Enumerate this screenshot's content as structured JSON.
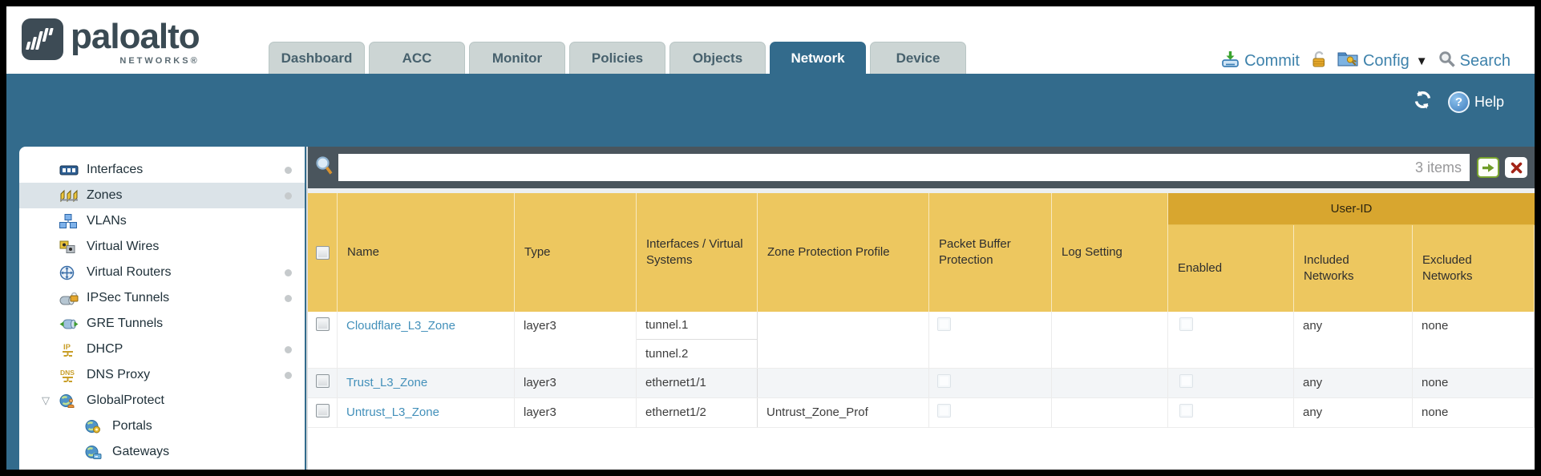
{
  "header": {
    "logo": {
      "brand": "paloalto",
      "sub": "NETWORKS®"
    },
    "tabs": [
      {
        "label": "Dashboard",
        "active": false
      },
      {
        "label": "ACC",
        "active": false
      },
      {
        "label": "Monitor",
        "active": false
      },
      {
        "label": "Policies",
        "active": false
      },
      {
        "label": "Objects",
        "active": false
      },
      {
        "label": "Network",
        "active": true
      },
      {
        "label": "Device",
        "active": false
      }
    ],
    "actions": {
      "commit": "Commit",
      "config": "Config",
      "search": "Search"
    }
  },
  "band": {
    "help": "Help"
  },
  "sidebar": {
    "items": [
      {
        "label": "Interfaces",
        "icon": "interfaces-icon",
        "dot": true
      },
      {
        "label": "Zones",
        "icon": "zones-icon",
        "dot": true,
        "selected": true
      },
      {
        "label": "VLANs",
        "icon": "vlans-icon",
        "dot": false
      },
      {
        "label": "Virtual Wires",
        "icon": "virtual-wires-icon",
        "dot": false
      },
      {
        "label": "Virtual Routers",
        "icon": "virtual-routers-icon",
        "dot": true
      },
      {
        "label": "IPSec Tunnels",
        "icon": "ipsec-tunnels-icon",
        "dot": true
      },
      {
        "label": "GRE Tunnels",
        "icon": "gre-tunnels-icon",
        "dot": false
      },
      {
        "label": "DHCP",
        "icon": "dhcp-icon",
        "dot": true
      },
      {
        "label": "DNS Proxy",
        "icon": "dns-proxy-icon",
        "dot": true
      },
      {
        "label": "GlobalProtect",
        "icon": "globalprotect-icon",
        "dot": false,
        "expanded": true,
        "children": [
          {
            "label": "Portals",
            "icon": "portals-icon"
          },
          {
            "label": "Gateways",
            "icon": "gateways-icon"
          }
        ]
      }
    ]
  },
  "filter": {
    "value": "",
    "count": "3 items"
  },
  "table": {
    "group_header": "User-ID",
    "columns": [
      "",
      "Name",
      "Type",
      "Interfaces / Virtual Systems",
      "Zone Protection Profile",
      "Packet Buffer Protection",
      "Log Setting",
      "Enabled",
      "Included Networks",
      "Excluded Networks"
    ],
    "rows": [
      {
        "name": "Cloudflare_L3_Zone",
        "type": "layer3",
        "interfaces": [
          "tunnel.1",
          "tunnel.2"
        ],
        "zone_protection_profile": "",
        "packet_buffer_protection": false,
        "log_setting": "",
        "enabled": false,
        "included_networks": "any",
        "excluded_networks": "none"
      },
      {
        "name": "Trust_L3_Zone",
        "type": "layer3",
        "interfaces": [
          "ethernet1/1"
        ],
        "zone_protection_profile": "",
        "packet_buffer_protection": false,
        "log_setting": "",
        "enabled": false,
        "included_networks": "any",
        "excluded_networks": "none"
      },
      {
        "name": "Untrust_L3_Zone",
        "type": "layer3",
        "interfaces": [
          "ethernet1/2"
        ],
        "zone_protection_profile": "Untrust_Zone_Prof",
        "packet_buffer_protection": false,
        "log_setting": "",
        "enabled": false,
        "included_networks": "any",
        "excluded_networks": "none"
      }
    ]
  },
  "colors": {
    "teal": "#336b8c",
    "gold": "#edc75f",
    "gold_dark": "#d8a62f",
    "strip": "#4a555d",
    "link": "#4390ba"
  }
}
